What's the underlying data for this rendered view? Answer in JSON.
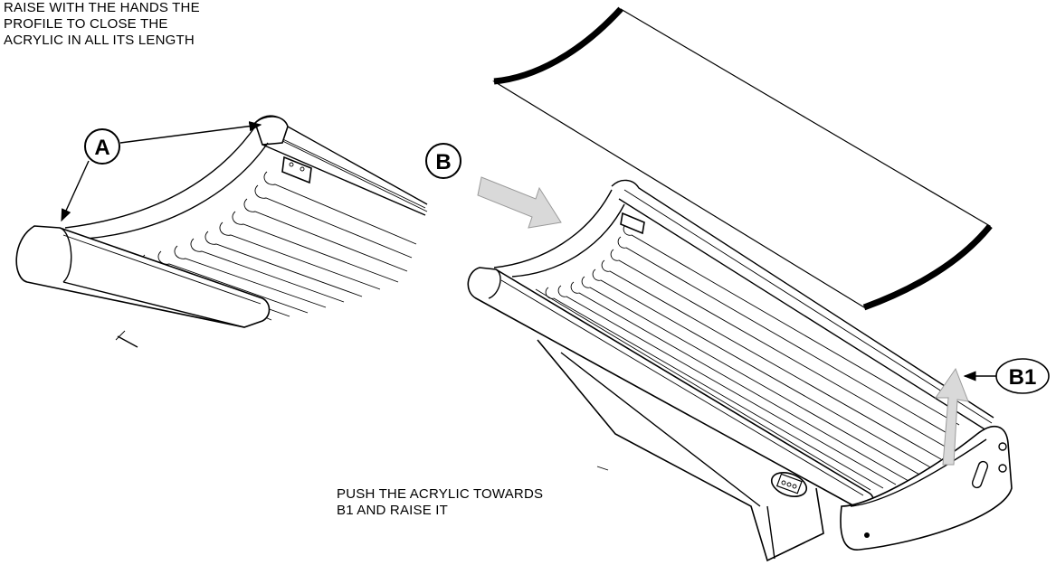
{
  "notes": {
    "step_a": [
      "RAISE WITH THE HANDS THE",
      "PROFILE TO CLOSE THE",
      "ACRYLIC IN ALL ITS LENGTH"
    ],
    "step_b": [
      "PUSH THE ACRYLIC TOWARDS",
      "B1 AND RAISE IT"
    ]
  },
  "callouts": {
    "a": "A",
    "b": "B",
    "b1": "B1"
  },
  "colors": {
    "arrow_fill": "#d9d9d9",
    "line": "#000000",
    "acrylic_edge": "#000000"
  }
}
